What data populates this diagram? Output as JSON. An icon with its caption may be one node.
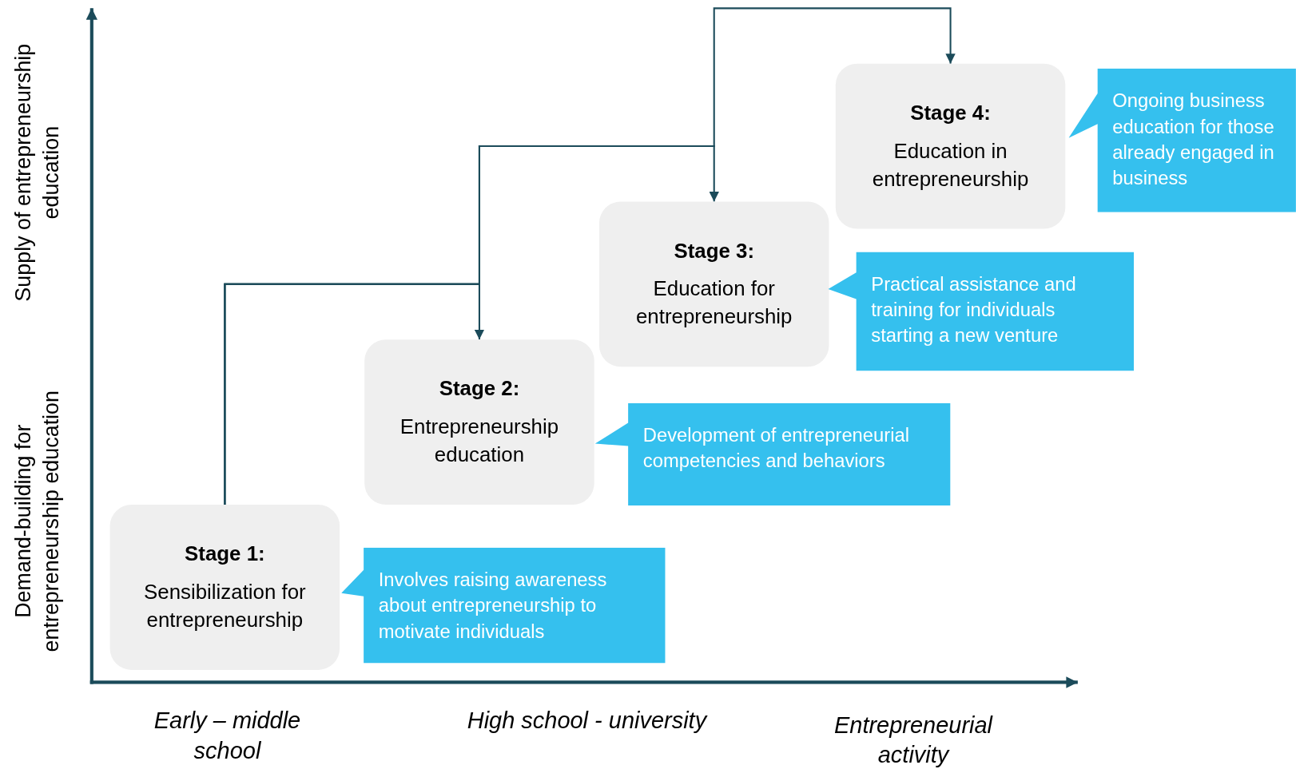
{
  "diagram": {
    "nodes": [
      {
        "text": [
          "Stage 1:",
          "Sensibilization for entrepreneurship"
        ]
      },
      {
        "text": [
          "Stage 2:",
          "Entrepreneurship education"
        ]
      },
      {
        "text": [
          "Stage 3:",
          "Education for entrepreneurship"
        ]
      },
      {
        "text": [
          "Stage 4:",
          "Education in entrepreneurship"
        ]
      },
      {
        "text": [
          "Involves raising awareness about entrepreneurship to motivate individuals"
        ]
      },
      {
        "text": [
          "Development of  entrepreneurial competencies and behaviors"
        ]
      },
      {
        "text": [
          "Practical assistance and training for individuals starting a new venture"
        ]
      },
      {
        "text": [
          "Ongoing business education for those already engaged in business"
        ]
      }
    ],
    "edges": [
      {
        "from": 0,
        "to": 1,
        "arrow": "to"
      },
      {
        "from": 0,
        "to": 2,
        "arrow": "to"
      },
      {
        "from": 0,
        "to": 3,
        "arrow": "to"
      }
    ],
    "labels": [
      "Supply of entrepreneurship education",
      "Demand-building for entrepreneurship education",
      "Early – middle school",
      "High school - university",
      "Entrepreneurial activity"
    ]
  }
}
